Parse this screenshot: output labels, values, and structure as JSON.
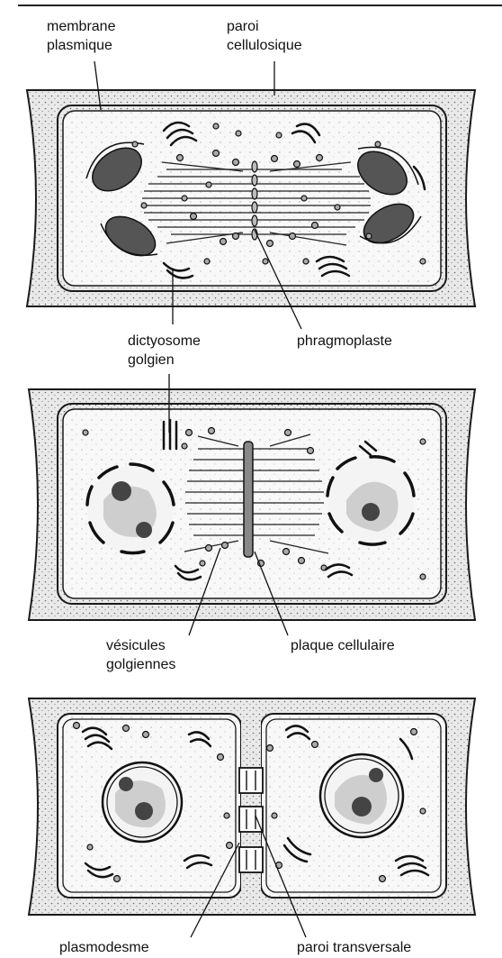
{
  "labels": {
    "membrane_l1": "membrane",
    "membrane_l2": "plasmique",
    "paroi_l1": "paroi",
    "paroi_l2": "cellulosique",
    "dictyosome_l1": "dictyosome",
    "dictyosome_l2": "golgien",
    "phragmoplaste": "phragmoplaste",
    "vesicules_l1": "vésicules",
    "vesicules_l2": "golgiennes",
    "plaque": "plaque cellulaire",
    "plasmodesme": "plasmodesme",
    "paroi_transversale": "paroi transversale"
  },
  "colors": {
    "ink": "#1a1a1a",
    "wall_fill": "#e4e4e4",
    "cytoplasm": "#f7f7f7",
    "organelle_dark": "#555555",
    "chromatin": "#999999"
  }
}
